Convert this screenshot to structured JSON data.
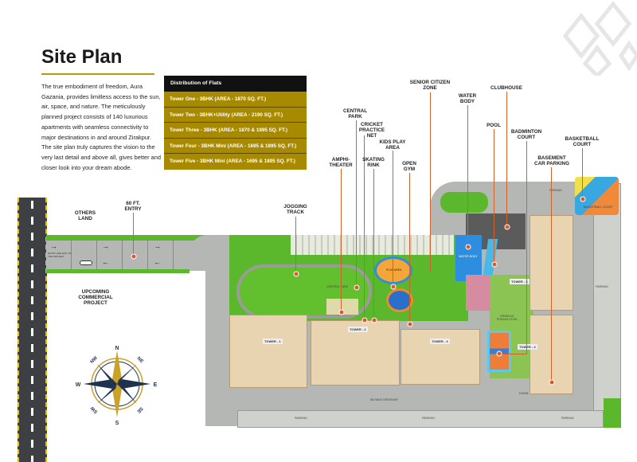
{
  "page": {
    "title": "Site Plan",
    "intro": "The true embodiment of freedom, Aura Gazania, provides limitless access to the sun, air, space, and nature. The meticulously planned project consists of 140 luxurious apartments with seamless connectivity to major destinations in and around Zirakpur. The site plan truly captures the vision to the very last detail and above all, gives better and closer look into your dream abode."
  },
  "distribution": {
    "heading": "Distribution of Flats",
    "rows": [
      "Tower One - 3BHK (AREA - 1870 SQ. FT.)",
      "Tower Two - 3BHK+Utility (AREA - 2190 SQ. FT.)",
      "Tower Three - 3BHK (AREA - 1870 & 1995 SQ. FT.)",
      "Tower Four - 3BHK Mini (AREA - 1695  & 1895 SQ. FT.)",
      "Tower Five - 3BHK Mini (AREA - 1695  & 1895 SQ. FT.)"
    ]
  },
  "labels": {
    "others_land": "OTHERS\nLAND",
    "entry": "60 FT.\nENTRY",
    "upcoming": "UPCOMING\nCOMMERCIAL\nPROJECT",
    "jogging": "JOGGING\nTRACK",
    "amphi": "AMPHI-\nTHEATER",
    "central_park": "CENTRAL\nPARK",
    "cricket": "CRICKET\nPRACTICE\nNET",
    "kids": "KIDS PLAY\nAREA",
    "skating": "SKATING\nRINK",
    "gym": "OPEN\nGYM",
    "senior": "SENIOR CITIZEN\nZONE",
    "water": "WATER\nBODY",
    "clubhouse": "CLUBHOUSE",
    "pool": "POOL",
    "badminton": "BADMINTON\nCOURT",
    "basement": "BASEMENT\nCAR PARKING",
    "basketball": "BASKETBALL\nCOURT"
  },
  "plan": {
    "entry_exit": "ENTRY AND EXIT TO THE PROJECT",
    "towers": [
      "TOWER - 1",
      "TOWER - 2",
      "TOWER - 3",
      "TOWER - 4",
      "TOWER - 5"
    ],
    "central_park": "CENTRAL PARK",
    "green_podium": "GREEN AT PODIUM LEVEL",
    "parking": "PARKING",
    "play_area": "PLAY AREA",
    "water_body": "WATER BODY",
    "basketball": "BASKETBALL COURT",
    "badminton": "BADMINTON COURT",
    "driveway": "6M WIDE DRIVEWAY",
    "down": "DOWN"
  },
  "compass": {
    "n": "N",
    "ne": "NE",
    "e": "E",
    "se": "SE",
    "s": "S",
    "sw": "SW",
    "w": "W",
    "nw": "NW"
  },
  "colors": {
    "gold": "#a88a00",
    "marker": "#e0582a",
    "green": "#5bb82c"
  }
}
